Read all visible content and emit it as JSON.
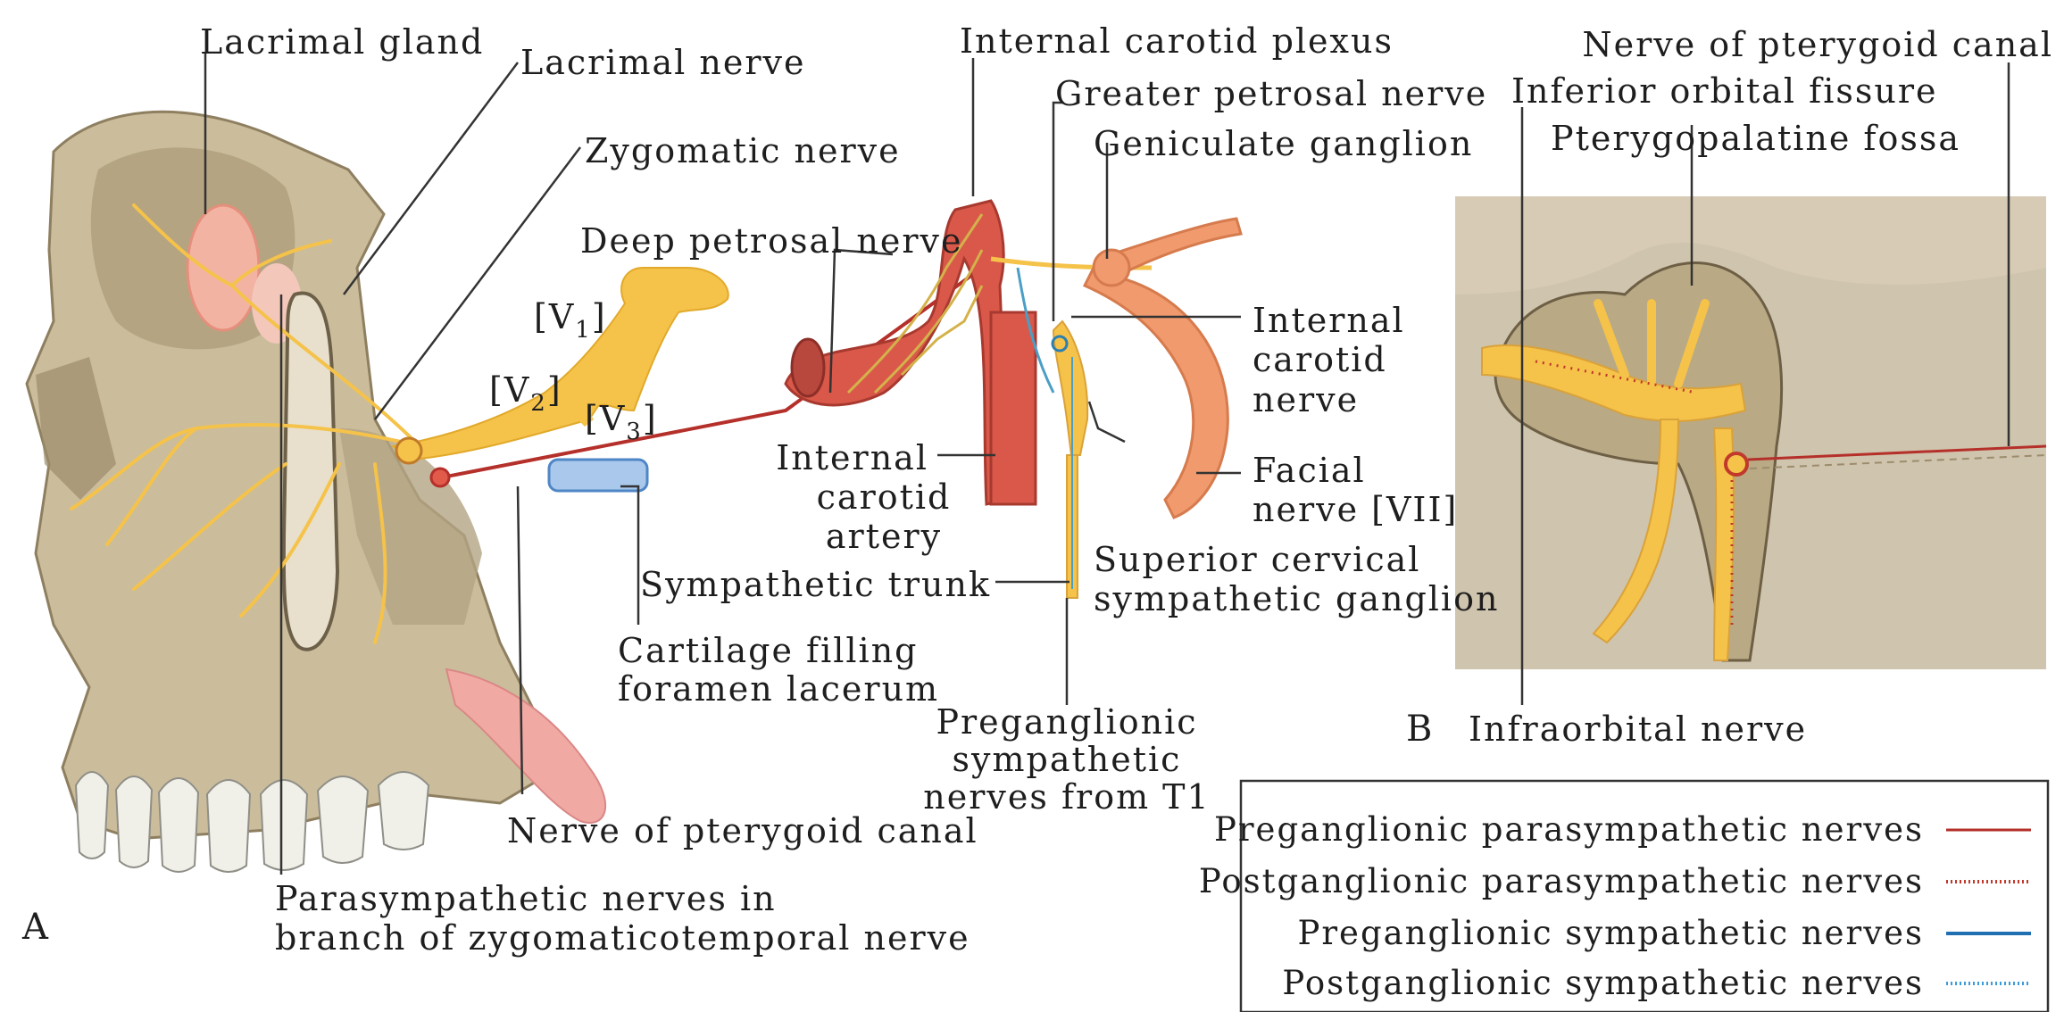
{
  "panel_a": {
    "letter": "A",
    "labels": {
      "lacrimal_gland": "Lacrimal gland",
      "lacrimal_nerve": "Lacrimal nerve",
      "zygomatic_nerve": "Zygomatic nerve",
      "deep_petrosal_nerve": "Deep petrosal nerve",
      "internal_carotid_plexus": "Internal carotid plexus",
      "greater_petrosal_nerve": "Greater petrosal nerve",
      "geniculate_ganglion": "Geniculate ganglion",
      "internal_carotid_nerve": [
        "Internal",
        "carotid",
        "nerve"
      ],
      "facial_nerve": [
        "Facial",
        "nerve [VII]"
      ],
      "internal_carotid_artery": [
        "Internal",
        "carotid",
        "artery"
      ],
      "sympathetic_trunk": "Sympathetic trunk",
      "superior_cervical_ganglion": [
        "Superior cervical",
        "sympathetic ganglion"
      ],
      "cartilage": [
        "Cartilage filling",
        "foramen lacerum"
      ],
      "preganglionic_sympathetic_t1": [
        "Preganglionic",
        "sympathetic",
        "nerves from T1"
      ],
      "nerve_of_pterygoid_canal": "Nerve of pterygoid canal",
      "parasympathetic_zygomaticotemporal": [
        "Parasympathetic nerves in",
        "branch of zygomaticotemporal nerve"
      ]
    },
    "divisions": {
      "v1": {
        "prefix": "[V",
        "sub": "1",
        "suffix": "]"
      },
      "v2": {
        "prefix": "[V",
        "sub": "2",
        "suffix": "]"
      },
      "v3": {
        "prefix": "[V",
        "sub": "3",
        "suffix": "]"
      }
    }
  },
  "panel_b": {
    "letter": "B",
    "labels": {
      "nerve_of_pterygoid_canal": "Nerve of pterygoid canal",
      "inferior_orbital_fissure": "Inferior orbital fissure",
      "pterygopalatine_fossa": "Pterygopalatine fossa",
      "infraorbital_nerve": "Infraorbital nerve"
    }
  },
  "legend": {
    "items": [
      {
        "label": "Preganglionic parasympathetic nerves",
        "color": "#b5302a",
        "style": "solid"
      },
      {
        "label": "Postganglionic parasympathetic nerves",
        "color": "#c0392b",
        "style": "dotted"
      },
      {
        "label": "Preganglionic sympathetic nerves",
        "color": "#1f6fb2",
        "style": "solid"
      },
      {
        "label": "Postganglionic sympathetic nerves",
        "color": "#3b9bd8",
        "style": "dotted"
      }
    ]
  },
  "colors": {
    "bone": "#cbbd9c",
    "bone_shadow": "#a99a78",
    "nerve": "#f5c24a",
    "artery": "#d9584a",
    "facial_nerve": "#f09a6e",
    "cartilage": "#a9c8ec",
    "gland": "#f2b3a3",
    "panel_b_bg": "#cfc4ad"
  }
}
